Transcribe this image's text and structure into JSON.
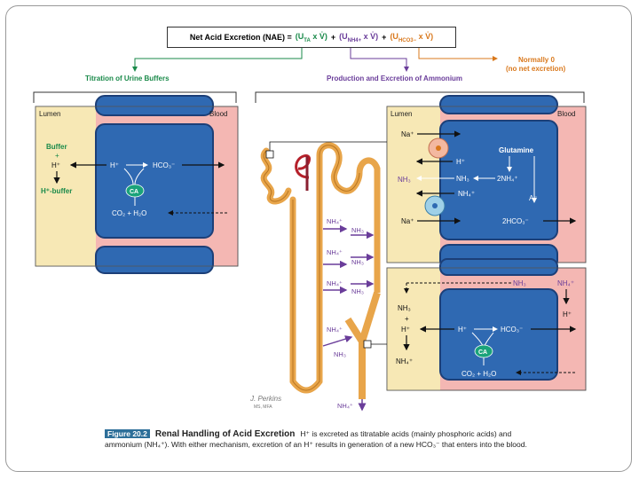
{
  "equation": {
    "lhs": "Net Acid Excretion (NAE) =",
    "term_ta": "(U",
    "term_ta_sub": "TA",
    "term_ta_tail": " x V̇)",
    "plus1": "+",
    "term_nh4": "(U",
    "term_nh4_sub": "NH4+",
    "term_nh4_tail": " x V̇)",
    "plus2": "+",
    "term_hco3": "(U",
    "term_hco3_sub": "HCO3−",
    "term_hco3_tail": " x V̇)"
  },
  "note_normally": "Normally 0",
  "note_no_net": "(no net excretion)",
  "left_title": "Titration of Urine Buffers",
  "right_title": "Production and Excretion of Ammonium",
  "left_panel": {
    "lumen": "Lumen",
    "blood": "Blood",
    "buffer": "Buffer",
    "plus": "+",
    "hplus": "H⁺",
    "hbuffer": "H⁺-buffer",
    "cell_h": "H⁺",
    "cell_hco3": "HCO₃⁻",
    "ca": "CA",
    "co2": "CO₂ + H₂O"
  },
  "right_top_panel": {
    "lumen": "Lumen",
    "blood": "Blood",
    "na_top": "Na⁺",
    "h": "H⁺",
    "nh3_lumen": "NH₃",
    "nh3_cell": "NH₃",
    "two_nh4": "2NH₄⁺",
    "nh4": "NH₄⁺",
    "glutamine": "Glutamine",
    "a_minus": "A⁻",
    "na_bottom": "Na⁺",
    "two_hco3": "2HCO₃⁻"
  },
  "right_bottom_panel": {
    "nh3_top": "NH₃",
    "nh4_top": "NH₄⁺",
    "h_right": "H⁺",
    "nh3_lumen": "NH₃",
    "plus": "+",
    "h_lumen": "H⁺",
    "nh4_lumen": "NH₄⁺",
    "cell_h": "H⁺",
    "cell_hco3": "HCO₃⁻",
    "ca": "CA",
    "co2": "CO₂ + H₂O"
  },
  "nephron": {
    "labels": [
      "NH₄⁺",
      "NH₃",
      "NH₄⁺",
      "NH₃",
      "NH₄⁺",
      "NH₃"
    ],
    "collecting_nh4": "NH₄⁺",
    "collecting_nh3": "NH₃",
    "out": "NH₄⁺",
    "signature": "J. Perkins",
    "signature_sub": "MS, MFA"
  },
  "caption": {
    "tag": "Figure 20.2",
    "title": "Renal Handling of Acid Excretion",
    "text": "H⁺ is excreted as titratable acids (mainly phosphoric acids) and ammonium (NH₄⁺). With either mechanism, excretion of an H⁺ results in generation of a new HCO₃⁻ that enters into the blood."
  },
  "colors": {
    "lumen": "#f7e8b5",
    "blood": "#f4b7b3",
    "cell": "#2f69b2",
    "cell_border": "#1c3f78",
    "green": "#1a8a4a",
    "purple": "#6a3d9a",
    "orange": "#d9781c",
    "tubule": "#e8a54a"
  }
}
